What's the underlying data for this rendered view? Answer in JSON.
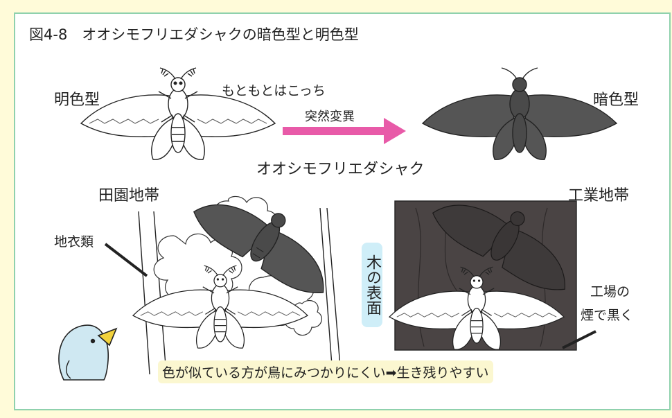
{
  "figure": {
    "title": "図4-8　オオシモフリエダシャクの暗色型と明色型"
  },
  "top_row": {
    "light_form_label": "明色型",
    "original_label": "もともとはこっち",
    "mutation_label": "突然変異",
    "dark_form_label": "暗色型",
    "species_label": "オオシモフリエダシャク"
  },
  "rural": {
    "label": "田園地帯",
    "lichen_label": "地衣類"
  },
  "tree_surface_label": "木の表面",
  "industrial": {
    "label": "工業地帯",
    "soot_label_line1": "工場の",
    "soot_label_line2": "煙で黒く"
  },
  "caption": "色が似ている方が鳥にみつかりにくい➡生き残りやすい",
  "colors": {
    "background": "#fffbd9",
    "frame_border": "#8fd1ad",
    "arrow": "#e85aa8",
    "dark_moth": "#555555",
    "tree_bark": "#4a4444",
    "tree_label_bg": "#cfeef8",
    "bird_body": "#cfe8f2",
    "bird_beak": "#f2d23c"
  }
}
